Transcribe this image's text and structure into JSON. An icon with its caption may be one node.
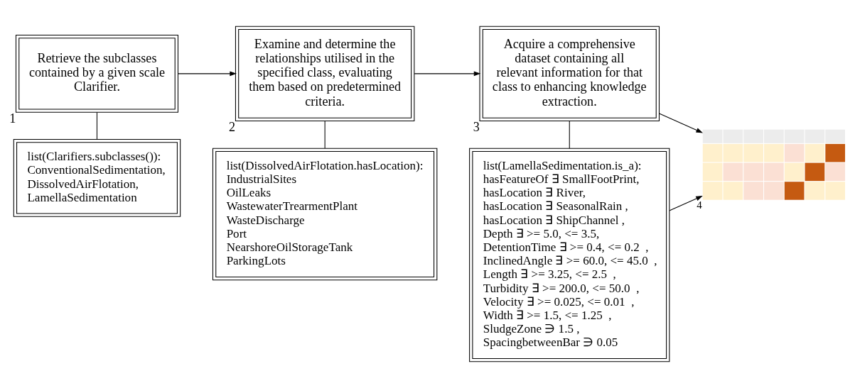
{
  "diagram": {
    "nodes": [
      {
        "text": [
          "Retrieve the subclasses contained by a given scale Clarifier."
        ],
        "beside": [
          "1"
        ]
      },
      {
        "text": [
          "list(Clarifiers.subclasses()):",
          "ConventionalSedimentation,",
          "DissolvedAirFlotation,",
          "LamellaSedimentation"
        ]
      },
      {
        "text": [
          "Examine and determine the relationships utilised in the specified class, evaluating them based on predetermined criteria."
        ],
        "beside": [
          "2"
        ]
      },
      {
        "text": [
          "list(DissolvedAirFlotation.hasLocation):",
          "IndustrialSites",
          "OilLeaks",
          "WastewaterTrearmentPlant",
          "WasteDischarge",
          "Port",
          "NearshoreOilStorageTank",
          "ParkingLots"
        ]
      },
      {
        "text": [
          "Acquire a comprehensive dataset containing all relevant information for that class to enhancing knowledge extraction."
        ],
        "beside": [
          "3"
        ]
      },
      {
        "text": [
          "list(LamellaSedimentation.is_a):",
          "hasFeatureOf ∃ SmallFootPrint,",
          "hasLocation ∃ River,",
          "hasLocation ∃ SeasonalRain ,",
          "hasLocation ∃ ShipChannel ,",
          "Depth ∃ >= 5.0, <= 3.5,",
          "DetentionTime ∃ >= 0.4, <= 0.2  ,",
          "InclinedAngle ∃ >= 60.0, <= 45.0  ,",
          "Length ∃ >= 3.25, <= 2.5  ,",
          "Turbidity ∃ >= 200.0, <= 50.0  ,",
          "Velocity ∃ >= 0.025, <= 0.01  ,",
          "Width ∃ >= 1.5, <= 1.25  ,",
          "SludgeZone ∋ 1.5 ,",
          "SpacingbetweenBar ∋ 0.05"
        ]
      },
      {
        "text": [],
        "shape": "picture",
        "beside": [
          "4"
        ]
      }
    ],
    "edges": [
      {
        "from": 0,
        "to": 2,
        "arrow": "to"
      },
      {
        "from": 2,
        "to": 4,
        "arrow": "to"
      },
      {
        "from": 4,
        "to": 6,
        "arrow": "to"
      },
      {
        "from": 0,
        "to": 1,
        "arrow": "none"
      },
      {
        "from": 2,
        "to": 3,
        "arrow": "none"
      },
      {
        "from": 4,
        "to": 5,
        "arrow": "none"
      },
      {
        "from": 5,
        "to": 6,
        "arrow": "to"
      }
    ]
  }
}
